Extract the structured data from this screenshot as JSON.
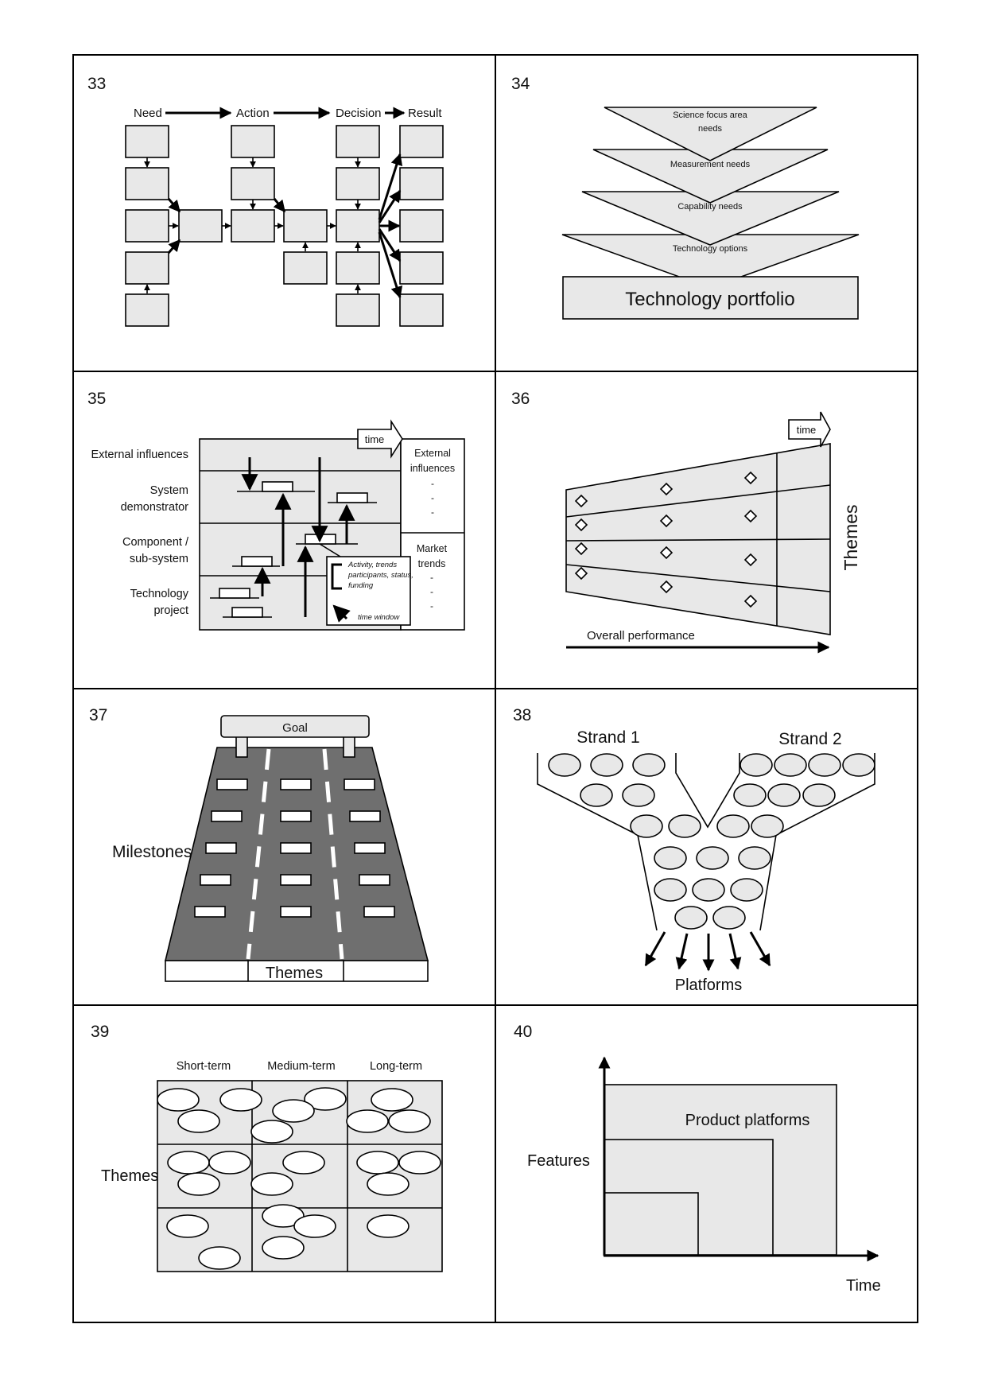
{
  "panels": {
    "p33": {
      "number": "33",
      "labels": [
        "Need",
        "Action",
        "Decision",
        "Result"
      ]
    },
    "p34": {
      "number": "34",
      "levels": [
        "Science focus area",
        "needs",
        "Measurement needs",
        "Capability needs",
        "Technology options"
      ],
      "base": "Technology portfolio"
    },
    "p35": {
      "number": "35",
      "time": "time",
      "rows": [
        "External influences",
        "System",
        "demonstrator",
        "Component /",
        "sub-system",
        "Technology",
        "project"
      ],
      "right_top": [
        "External",
        "influences"
      ],
      "right_bottom": [
        "Market",
        "trends"
      ],
      "dash": "-",
      "callout": [
        "Activity, trends",
        "participants, status,",
        "funding"
      ],
      "time_window": "time window"
    },
    "p36": {
      "number": "36",
      "time": "time",
      "themes": "Themes",
      "performance": "Overall performance"
    },
    "p37": {
      "number": "37",
      "goal": "Goal",
      "milestones": "Milestones",
      "themes": "Themes"
    },
    "p38": {
      "number": "38",
      "strand1": "Strand 1",
      "strand2": "Strand 2",
      "platforms": "Platforms"
    },
    "p39": {
      "number": "39",
      "columns": [
        "Short-term",
        "Medium-term",
        "Long-term"
      ],
      "themes": "Themes"
    },
    "p40": {
      "number": "40",
      "platforms": "Product platforms",
      "features": "Features",
      "time": "Time"
    }
  }
}
